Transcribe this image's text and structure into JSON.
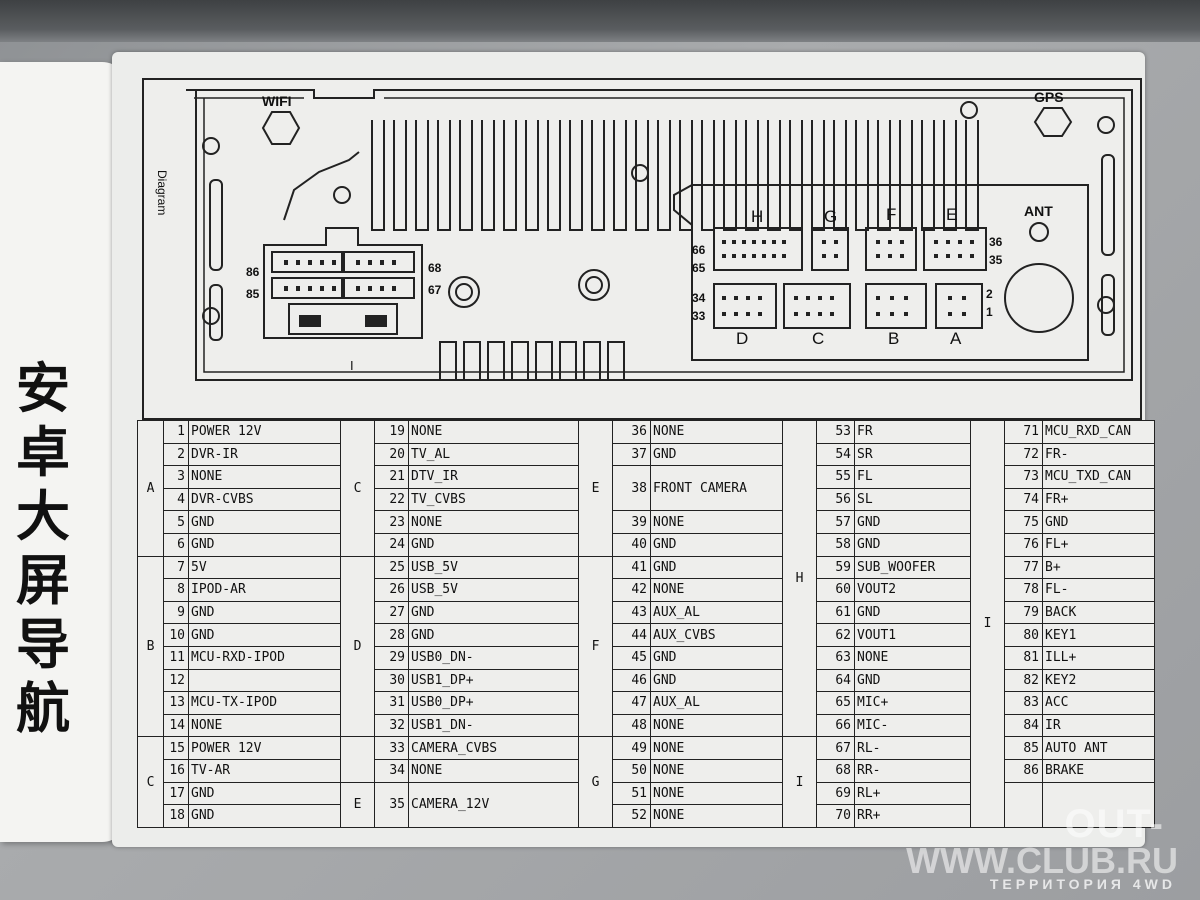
{
  "side_label": {
    "title": "安卓大屏导航"
  },
  "diagram": {
    "caption": "Diagram",
    "wifi": "WIFI",
    "gps": "GPS",
    "ant": "ANT",
    "connector_i": {
      "letter": "I",
      "pin_86": "86",
      "pin_85": "85",
      "pin_68": "68",
      "pin_67": "67"
    },
    "connectors_top": [
      "H",
      "G",
      "F",
      "E"
    ],
    "connectors_bottom": [
      "D",
      "C",
      "B",
      "A"
    ],
    "pins": {
      "p66": "66",
      "p65": "65",
      "p36": "36",
      "p35": "35",
      "p34": "34",
      "p33": "33",
      "p2": "2",
      "p1": "1"
    }
  },
  "pinout": {
    "col1": {
      "groups": {
        "a": "A",
        "b": "B",
        "c": "C"
      },
      "rows": [
        {
          "n": "1",
          "s": "POWER 12V"
        },
        {
          "n": "2",
          "s": "DVR-IR"
        },
        {
          "n": "3",
          "s": "NONE"
        },
        {
          "n": "4",
          "s": "DVR-CVBS"
        },
        {
          "n": "5",
          "s": "GND"
        },
        {
          "n": "6",
          "s": "GND"
        },
        {
          "n": "7",
          "s": "5V"
        },
        {
          "n": "8",
          "s": "IPOD-AR"
        },
        {
          "n": "9",
          "s": "GND"
        },
        {
          "n": "10",
          "s": "GND"
        },
        {
          "n": "11",
          "s": "MCU-RXD-IPOD"
        },
        {
          "n": "12",
          "s": ""
        },
        {
          "n": "13",
          "s": "MCU-TX-IPOD"
        },
        {
          "n": "14",
          "s": "NONE"
        },
        {
          "n": "15",
          "s": "POWER 12V"
        },
        {
          "n": "16",
          "s": "TV-AR"
        },
        {
          "n": "17",
          "s": "GND"
        },
        {
          "n": "18",
          "s": "GND"
        }
      ]
    },
    "col2": {
      "groups": {
        "c": "C",
        "d": "D",
        "e": "E"
      },
      "rows": [
        {
          "n": "19",
          "s": "NONE"
        },
        {
          "n": "20",
          "s": "TV_AL"
        },
        {
          "n": "21",
          "s": "DTV_IR"
        },
        {
          "n": "22",
          "s": "TV_CVBS"
        },
        {
          "n": "23",
          "s": "NONE"
        },
        {
          "n": "24",
          "s": "GND"
        },
        {
          "n": "25",
          "s": "USB_5V"
        },
        {
          "n": "26",
          "s": "USB_5V"
        },
        {
          "n": "27",
          "s": "GND"
        },
        {
          "n": "28",
          "s": "GND"
        },
        {
          "n": "29",
          "s": "USB0_DN-"
        },
        {
          "n": "30",
          "s": "USB1_DP+"
        },
        {
          "n": "31",
          "s": "USB0_DP+"
        },
        {
          "n": "32",
          "s": "USB1_DN-"
        },
        {
          "n": "33",
          "s": "CAMERA_CVBS"
        },
        {
          "n": "34",
          "s": "NONE"
        },
        {
          "n": "35",
          "s": "CAMERA_12V"
        }
      ]
    },
    "col3": {
      "groups": {
        "e": "E",
        "f": "F",
        "g": "G"
      },
      "rows": [
        {
          "n": "36",
          "s": "NONE"
        },
        {
          "n": "37",
          "s": "GND"
        },
        {
          "n": "38",
          "s": "FRONT CAMERA"
        },
        {
          "n": "39",
          "s": "NONE"
        },
        {
          "n": "40",
          "s": "GND"
        },
        {
          "n": "41",
          "s": "GND"
        },
        {
          "n": "42",
          "s": "NONE"
        },
        {
          "n": "43",
          "s": "AUX_AL"
        },
        {
          "n": "44",
          "s": "AUX_CVBS"
        },
        {
          "n": "45",
          "s": "GND"
        },
        {
          "n": "46",
          "s": "GND"
        },
        {
          "n": "47",
          "s": "AUX_AL"
        },
        {
          "n": "48",
          "s": "NONE"
        },
        {
          "n": "49",
          "s": "NONE"
        },
        {
          "n": "50",
          "s": "NONE"
        },
        {
          "n": "51",
          "s": "NONE"
        },
        {
          "n": "52",
          "s": "NONE"
        }
      ]
    },
    "col4": {
      "groups": {
        "h": "H",
        "i": "I"
      },
      "rows": [
        {
          "n": "53",
          "s": "FR"
        },
        {
          "n": "54",
          "s": "SR"
        },
        {
          "n": "55",
          "s": "FL"
        },
        {
          "n": "56",
          "s": "SL"
        },
        {
          "n": "57",
          "s": "GND"
        },
        {
          "n": "58",
          "s": "GND"
        },
        {
          "n": "59",
          "s": "SUB_WOOFER"
        },
        {
          "n": "60",
          "s": "VOUT2"
        },
        {
          "n": "61",
          "s": "GND"
        },
        {
          "n": "62",
          "s": "VOUT1"
        },
        {
          "n": "63",
          "s": "NONE"
        },
        {
          "n": "64",
          "s": "GND"
        },
        {
          "n": "65",
          "s": "MIC+"
        },
        {
          "n": "66",
          "s": "MIC-"
        },
        {
          "n": "67",
          "s": "RL-"
        },
        {
          "n": "68",
          "s": "RR-"
        },
        {
          "n": "69",
          "s": "RL+"
        },
        {
          "n": "70",
          "s": "RR+"
        }
      ]
    },
    "col5": {
      "groups": {
        "i": "I"
      },
      "rows": [
        {
          "n": "71",
          "s": "MCU_RXD_CAN"
        },
        {
          "n": "72",
          "s": "FR-"
        },
        {
          "n": "73",
          "s": "MCU_TXD_CAN"
        },
        {
          "n": "74",
          "s": "FR+"
        },
        {
          "n": "75",
          "s": "GND"
        },
        {
          "n": "76",
          "s": "FL+"
        },
        {
          "n": "77",
          "s": "B+"
        },
        {
          "n": "78",
          "s": "FL-"
        },
        {
          "n": "79",
          "s": "BACK"
        },
        {
          "n": "80",
          "s": "KEY1"
        },
        {
          "n": "81",
          "s": "ILL+"
        },
        {
          "n": "82",
          "s": "KEY2"
        },
        {
          "n": "83",
          "s": "ACC"
        },
        {
          "n": "84",
          "s": "IR"
        },
        {
          "n": "85",
          "s": "AUTO ANT"
        },
        {
          "n": "86",
          "s": "BRAKE"
        }
      ]
    }
  },
  "watermark": {
    "line1": "OUT-",
    "line2": "WWW.CLUB.RU",
    "line3": "ТЕРРИТОРИЯ 4WD"
  }
}
